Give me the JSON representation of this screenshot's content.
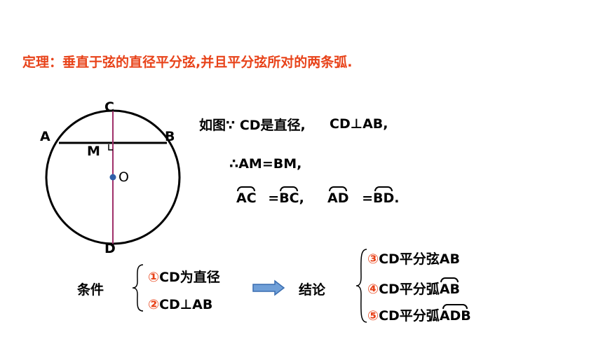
{
  "theorem": "定理：垂直于弦的直径平分弦,并且平分弦所对的两条弧.",
  "figure": {
    "labels": {
      "A": "A",
      "B": "B",
      "C": "C",
      "D": "D",
      "M": "M",
      "O": "O"
    },
    "colors": {
      "circle": "#000000",
      "diameter": "#a0306a",
      "center_dot": "#2f5fa8",
      "arrow_fill": "#6f9fd8",
      "arrow_stroke": "#3a6db0"
    }
  },
  "proof": {
    "line1_prefix": "如图∵ CD是直径,",
    "line1_perp": "CD⊥AB,",
    "line2": "∴AM=BM,",
    "arc_eq1": {
      "arc1": "AC",
      "eq": "=",
      "arc2": "BC",
      "end": ","
    },
    "arc_eq2": {
      "arc1": "AD",
      "eq": "=",
      "arc2": "BD",
      "end": "."
    }
  },
  "condition": {
    "label": "条件",
    "items": [
      "①CD为直径",
      "②CD⊥AB"
    ]
  },
  "conclusion": {
    "label": "结论",
    "items": [
      {
        "num": "③",
        "text": "CD平分弦AB"
      },
      {
        "num": "④",
        "text": "CD平分弧",
        "arc": "AB"
      },
      {
        "num": "⑤",
        "text": "CD平分弧",
        "arc": "ADB"
      }
    ]
  }
}
